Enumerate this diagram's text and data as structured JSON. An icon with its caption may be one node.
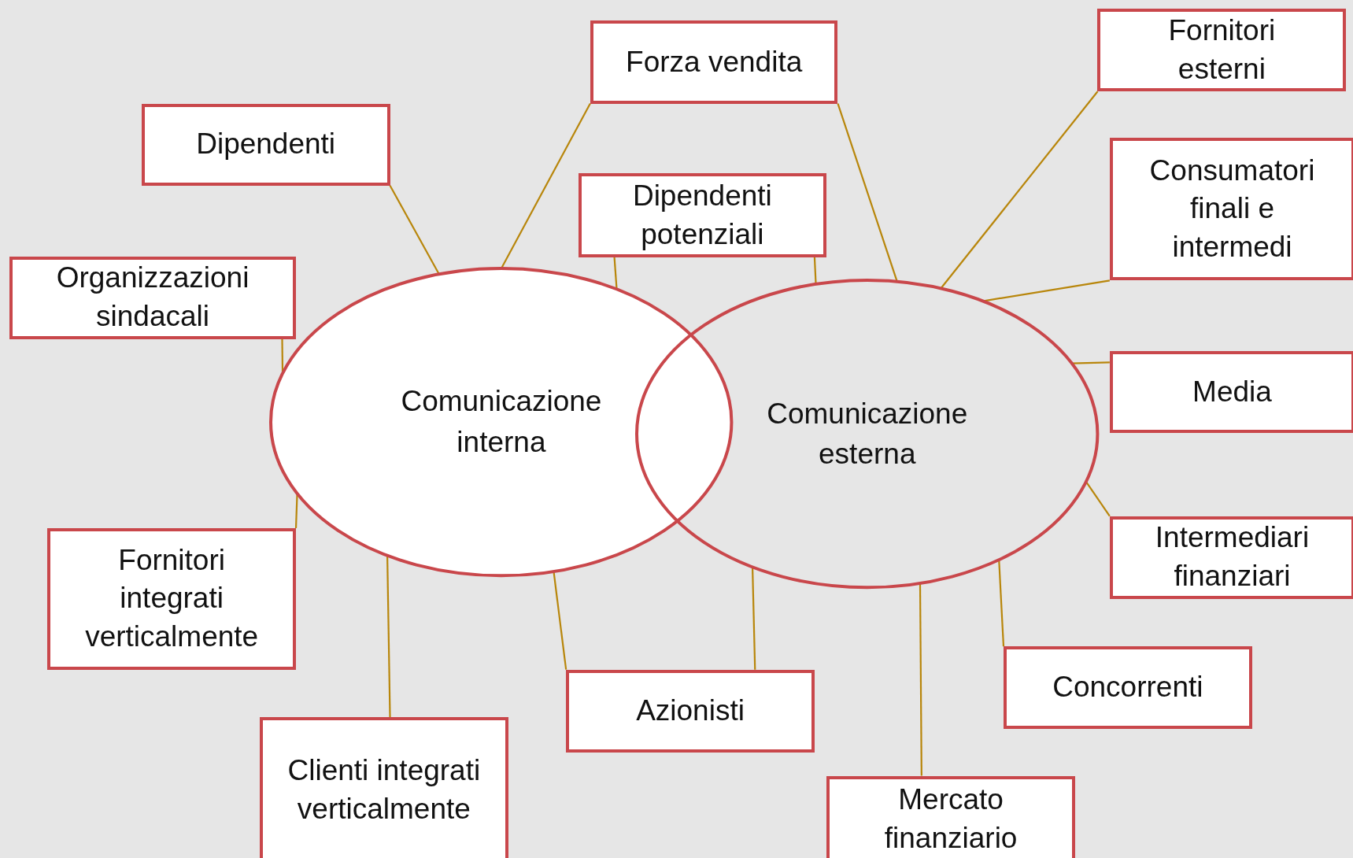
{
  "diagram": {
    "nodes": [
      {
        "text": [
          "Comunicazione interna"
        ]
      },
      {
        "text": [
          "Comunicazione esterna"
        ]
      },
      {
        "text": [
          "Forza vendita"
        ]
      },
      {
        "text": [
          "Fornitori esterni"
        ]
      },
      {
        "text": [
          "Dipendenti"
        ]
      },
      {
        "text": [
          "Dipendenti potenziali"
        ]
      },
      {
        "text": [
          "Consumatori finali e intermedi"
        ]
      },
      {
        "text": [
          "Organizzazioni sindacali"
        ]
      },
      {
        "text": [
          "Media"
        ]
      },
      {
        "text": [
          "Fornitori integrati verticalmente"
        ]
      },
      {
        "text": [
          "Intermediari finanziari"
        ]
      },
      {
        "text": [
          "Concorrenti"
        ]
      },
      {
        "text": [
          "Azionisti"
        ]
      },
      {
        "text": [
          "Clienti integrati verticalmente"
        ]
      },
      {
        "text": [
          "Mercato finanziario"
        ]
      }
    ],
    "edges": [
      {
        "from": 4,
        "to": 0,
        "arrow": "none"
      },
      {
        "from": 2,
        "to": 0,
        "arrow": "none"
      },
      {
        "from": 2,
        "to": 1,
        "arrow": "none"
      },
      {
        "from": 5,
        "to": 0,
        "arrow": "none"
      },
      {
        "from": 5,
        "to": 1,
        "arrow": "none"
      },
      {
        "from": 3,
        "to": 1,
        "arrow": "none"
      },
      {
        "from": 6,
        "to": 1,
        "arrow": "none"
      },
      {
        "from": 7,
        "to": 0,
        "arrow": "none"
      },
      {
        "from": 8,
        "to": 1,
        "arrow": "none"
      },
      {
        "from": 9,
        "to": 0,
        "arrow": "none"
      },
      {
        "from": 10,
        "to": 1,
        "arrow": "none"
      },
      {
        "from": 11,
        "to": 1,
        "arrow": "none"
      },
      {
        "from": 12,
        "to": 0,
        "arrow": "none"
      },
      {
        "from": 12,
        "to": 1,
        "arrow": "none"
      },
      {
        "from": 13,
        "to": 0,
        "arrow": "none"
      },
      {
        "from": 14,
        "to": 1,
        "arrow": "none"
      }
    ]
  }
}
